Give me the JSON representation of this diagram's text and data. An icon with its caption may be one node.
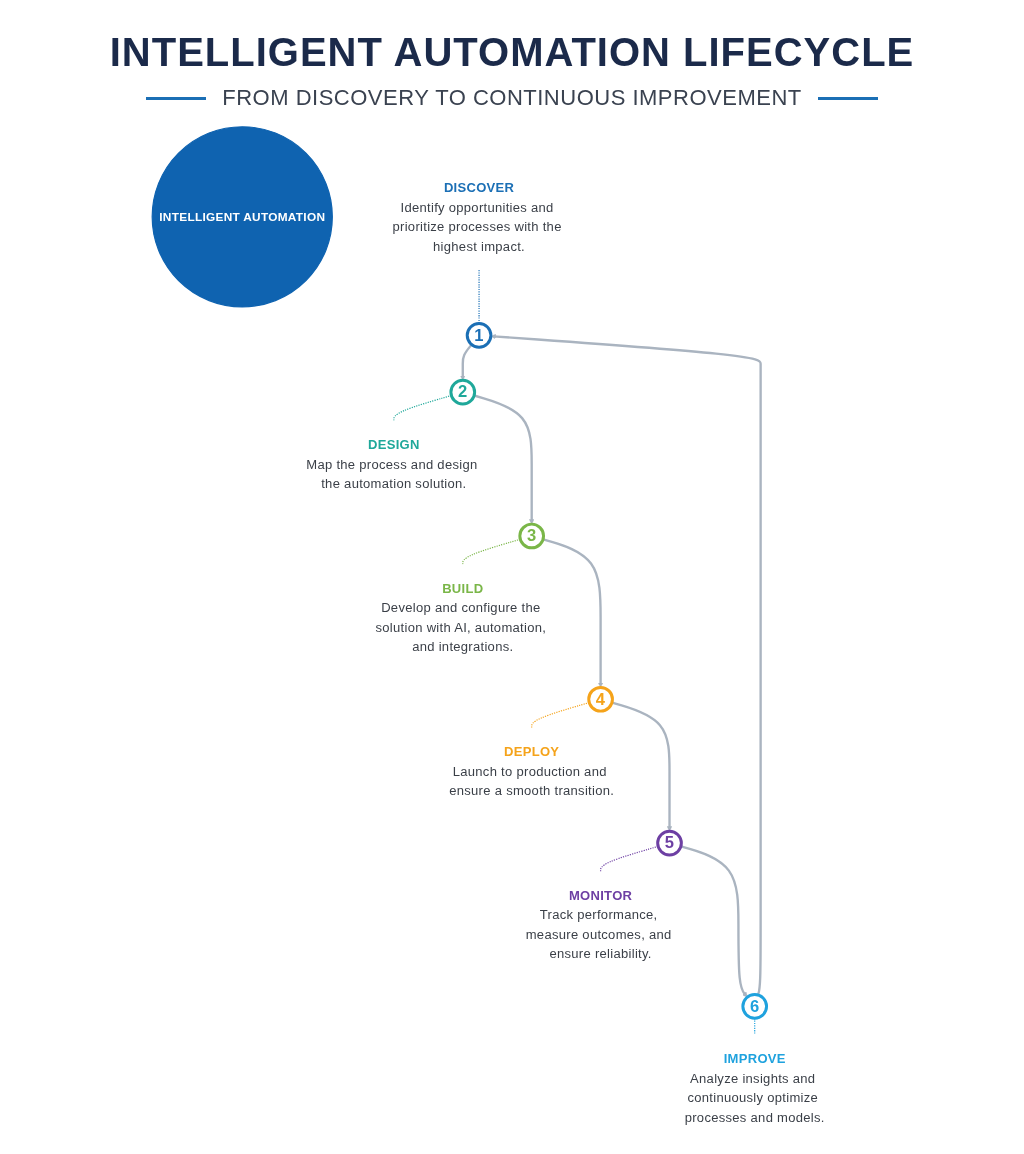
{
  "diagram": {
    "title": "INTELLIGENT AUTOMATION LIFECYCLE",
    "nodes": [
      {
        "text": [
          "INTELLIGENT AUTOMATION"
        ]
      },
      {
        "text": [
          "1"
        ]
      },
      {
        "text": [
          "2"
        ]
      },
      {
        "text": [
          "3"
        ]
      },
      {
        "text": [
          "4"
        ]
      },
      {
        "text": [
          "5"
        ]
      },
      {
        "text": [
          "6"
        ]
      },
      {
        "text": [
          "DISCOVER",
          "Identify opportunities and prioritize processes with the highest impact."
        ]
      },
      {
        "text": [
          "DESIGN",
          "Map the process and design the automation solution."
        ]
      },
      {
        "text": [
          "BUILD",
          "Develop and configure the solution with AI, automation, and integrations."
        ]
      },
      {
        "text": [
          "DEPLOY",
          "Launch to production and ensure a smooth transition."
        ]
      },
      {
        "text": [
          "MONITOR",
          "Track performance, measure outcomes, and ensure reliability."
        ]
      },
      {
        "text": [
          "IMPROVE",
          "Analyze insights and continuously optimize processes and models."
        ]
      }
    ],
    "edges": [
      {
        "from": 1,
        "to": 2,
        "arrow": "to"
      },
      {
        "from": 2,
        "to": 3,
        "arrow": "to"
      },
      {
        "from": 3,
        "to": 4,
        "arrow": "to"
      },
      {
        "from": 4,
        "to": 5,
        "arrow": "to"
      },
      {
        "from": 5,
        "to": 6,
        "arrow": "to"
      },
      {
        "from": 6,
        "to": 1,
        "arrow": "to"
      },
      {
        "from": 7,
        "to": 1,
        "arrow": "none",
        "style": "dashed",
        "color": "#1b6fb5"
      },
      {
        "from": 2,
        "to": 8,
        "arrow": "none",
        "style": "dashed",
        "color": "#1fa89a"
      },
      {
        "from": 3,
        "to": 9,
        "arrow": "none",
        "style": "dashed",
        "color": "#7ab648"
      },
      {
        "from": 4,
        "to": 10,
        "arrow": "none",
        "style": "dashed",
        "color": "#f5a31a"
      },
      {
        "from": 5,
        "to": 11,
        "arrow": "none",
        "style": "dashed",
        "color": "#6d3fa3"
      },
      {
        "from": 6,
        "to": 12,
        "arrow": "none",
        "style": "dashed",
        "color": "#1fa2de"
      }
    ],
    "labels": [
      "FROM DISCOVERY TO CONTINUOUS IMPROVEMENT"
    ]
  }
}
